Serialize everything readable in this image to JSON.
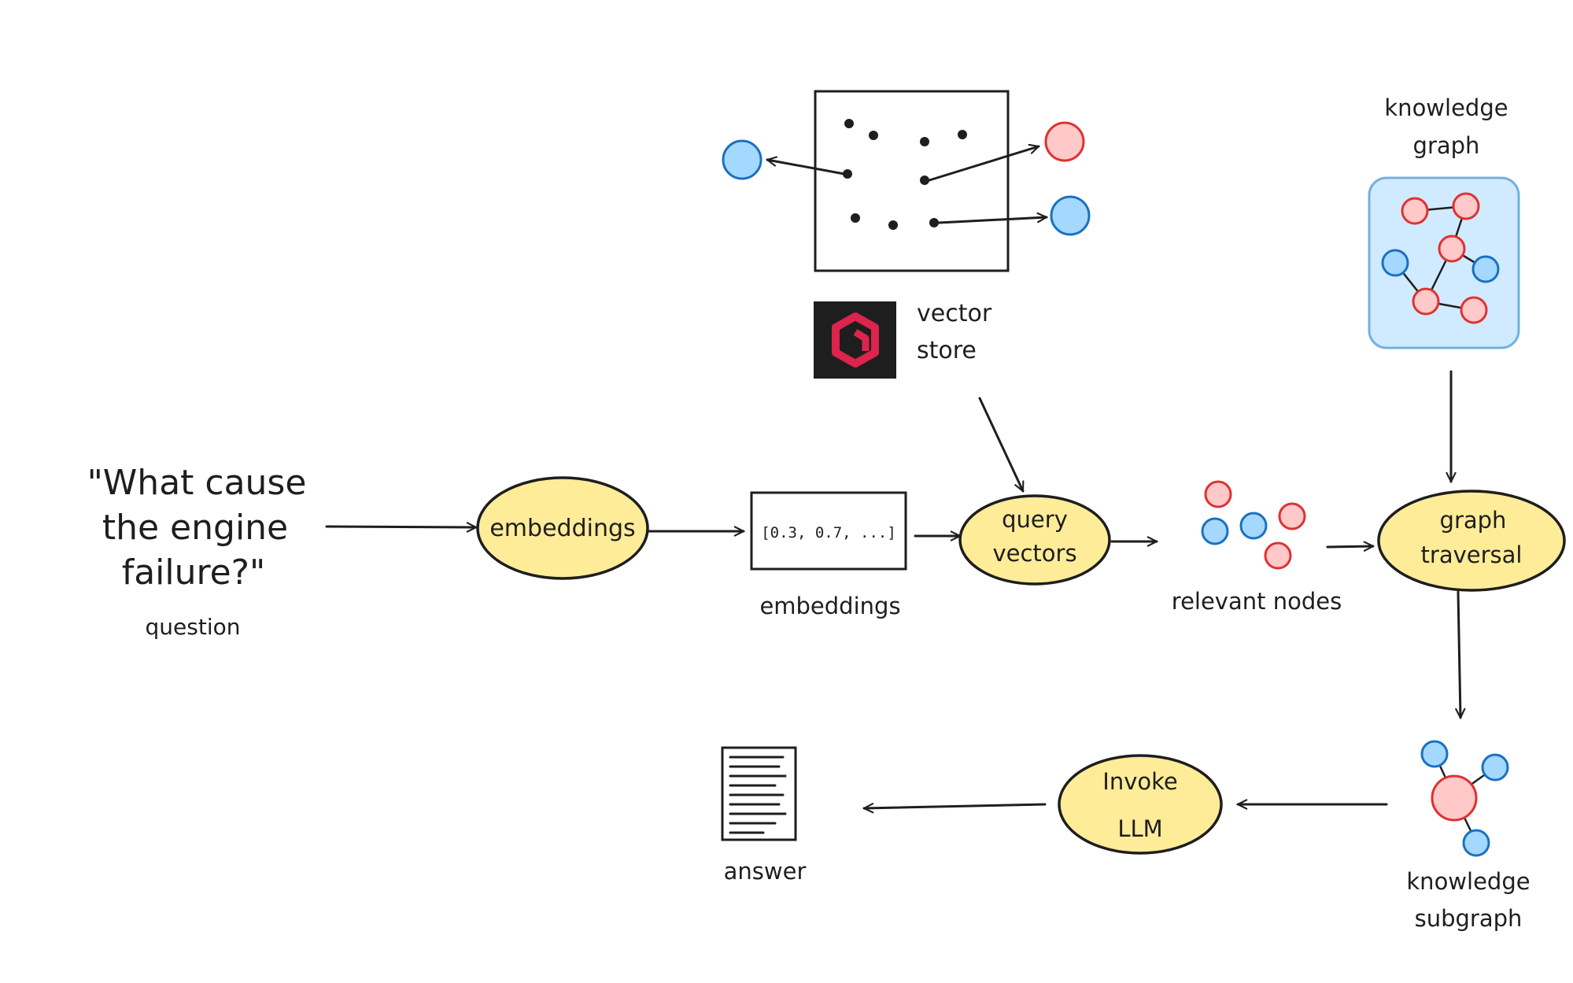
{
  "question": {
    "lines": [
      "\"What cause",
      "the engine",
      "failure?\""
    ],
    "caption": "question"
  },
  "embeddings_step": {
    "label": "embeddings"
  },
  "embedding_vector": {
    "text": "[0.3, 0.7,  ...]",
    "caption": "embeddings"
  },
  "vector_store": {
    "lines": [
      "vector",
      "store"
    ]
  },
  "query_vectors": {
    "lines": [
      "query",
      "vectors"
    ]
  },
  "relevant_nodes": {
    "caption": "relevant nodes"
  },
  "knowledge_graph": {
    "lines": [
      "knowledge",
      "graph"
    ]
  },
  "graph_traversal": {
    "lines": [
      "graph",
      "traversal"
    ]
  },
  "knowledge_subgraph": {
    "lines": [
      "knowledge",
      "subgraph"
    ]
  },
  "invoke_llm": {
    "lines": [
      "Invoke",
      "LLM"
    ]
  },
  "answer": {
    "caption": "answer"
  },
  "colors": {
    "ellipse_fill": "#ffec99",
    "red_fill": "#ffc9c9",
    "red_stroke": "#e03131",
    "blue_fill": "#a5d8ff",
    "blue_stroke": "#1971c2",
    "kg_panel_fill": "#d0ebff",
    "logo_bg": "#1e1e1e",
    "logo_accent": "#dc244c"
  },
  "icons": {
    "vector_store_logo": "vector-db-logo-icon",
    "answer_doc": "document-icon"
  }
}
